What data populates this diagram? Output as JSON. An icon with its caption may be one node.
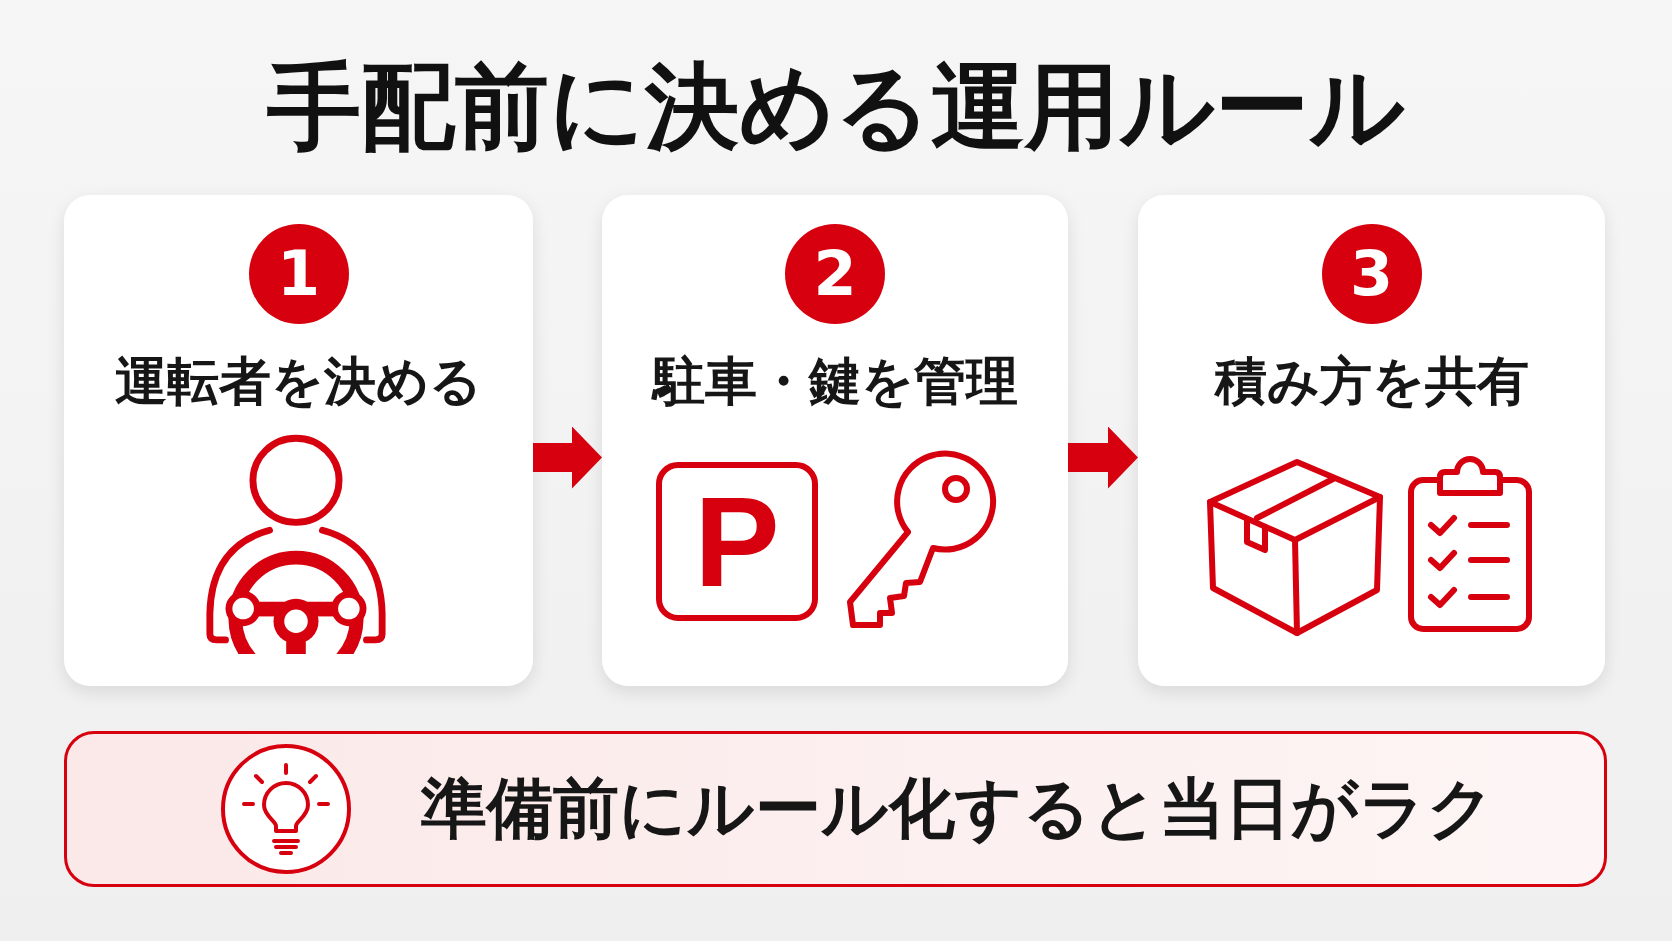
{
  "diagram": {
    "title": "手配前に決める運用ルール",
    "nodes": [
      {
        "text": [
          "運転者を決める"
        ]
      },
      {
        "text": [
          "1"
        ],
        "in": 0
      },
      {
        "text": [
          "駐車・鍵を管理"
        ]
      },
      {
        "text": [
          "2"
        ],
        "in": 2
      },
      {
        "text": [
          "P"
        ],
        "in": 2
      },
      {
        "text": [
          "積み方を共有"
        ]
      },
      {
        "text": [
          "3"
        ],
        "in": 5
      },
      {
        "text": [
          "準備前にルール化すると当日がラク"
        ]
      }
    ],
    "edges": [
      {
        "from": 0,
        "to": 2,
        "arrow": "to"
      },
      {
        "from": 2,
        "to": 5,
        "arrow": "to"
      }
    ]
  }
}
